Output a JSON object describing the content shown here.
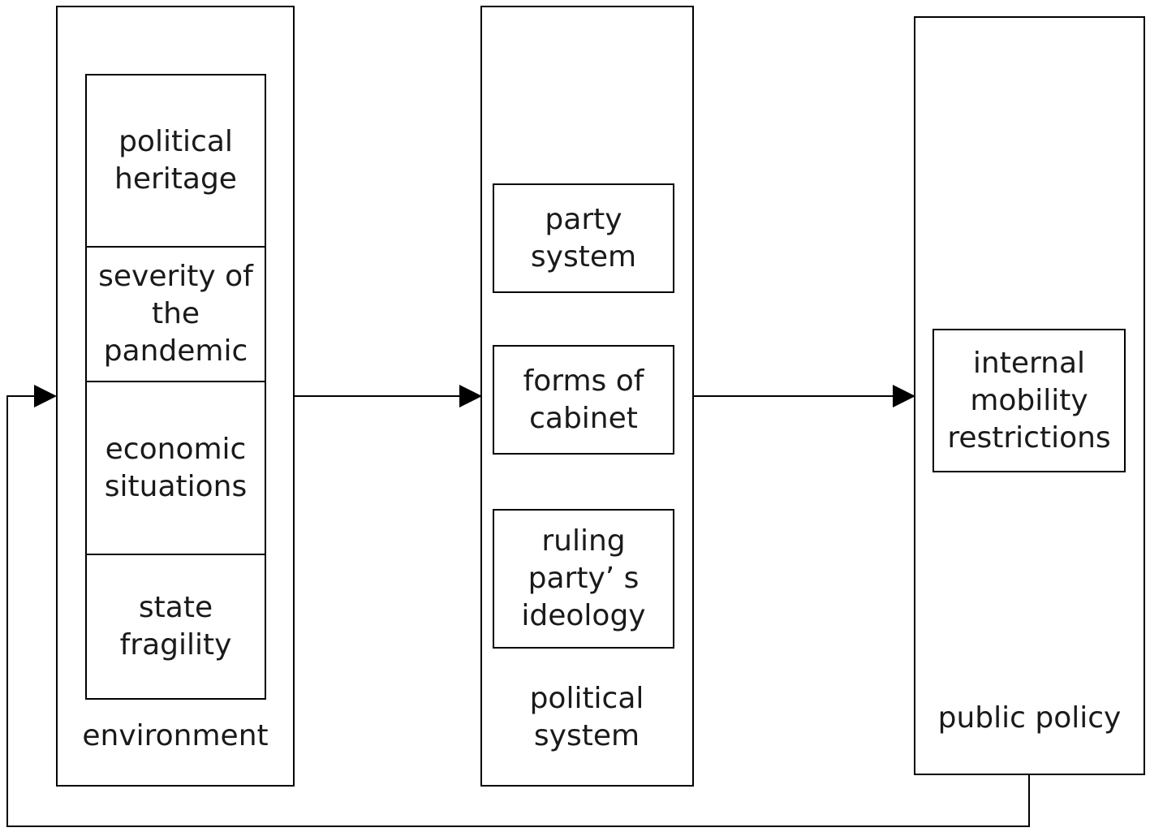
{
  "environment": {
    "label": "environment",
    "factors": [
      "political heritage",
      "severity of the pandemic",
      "economic situations",
      "state fragility"
    ]
  },
  "political_system": {
    "label": "political system",
    "factors": [
      "party system",
      "forms of cabinet",
      "ruling party’ s ideology"
    ]
  },
  "public_policy": {
    "label": "public policy",
    "factors": [
      "internal mobility restrictions"
    ]
  }
}
